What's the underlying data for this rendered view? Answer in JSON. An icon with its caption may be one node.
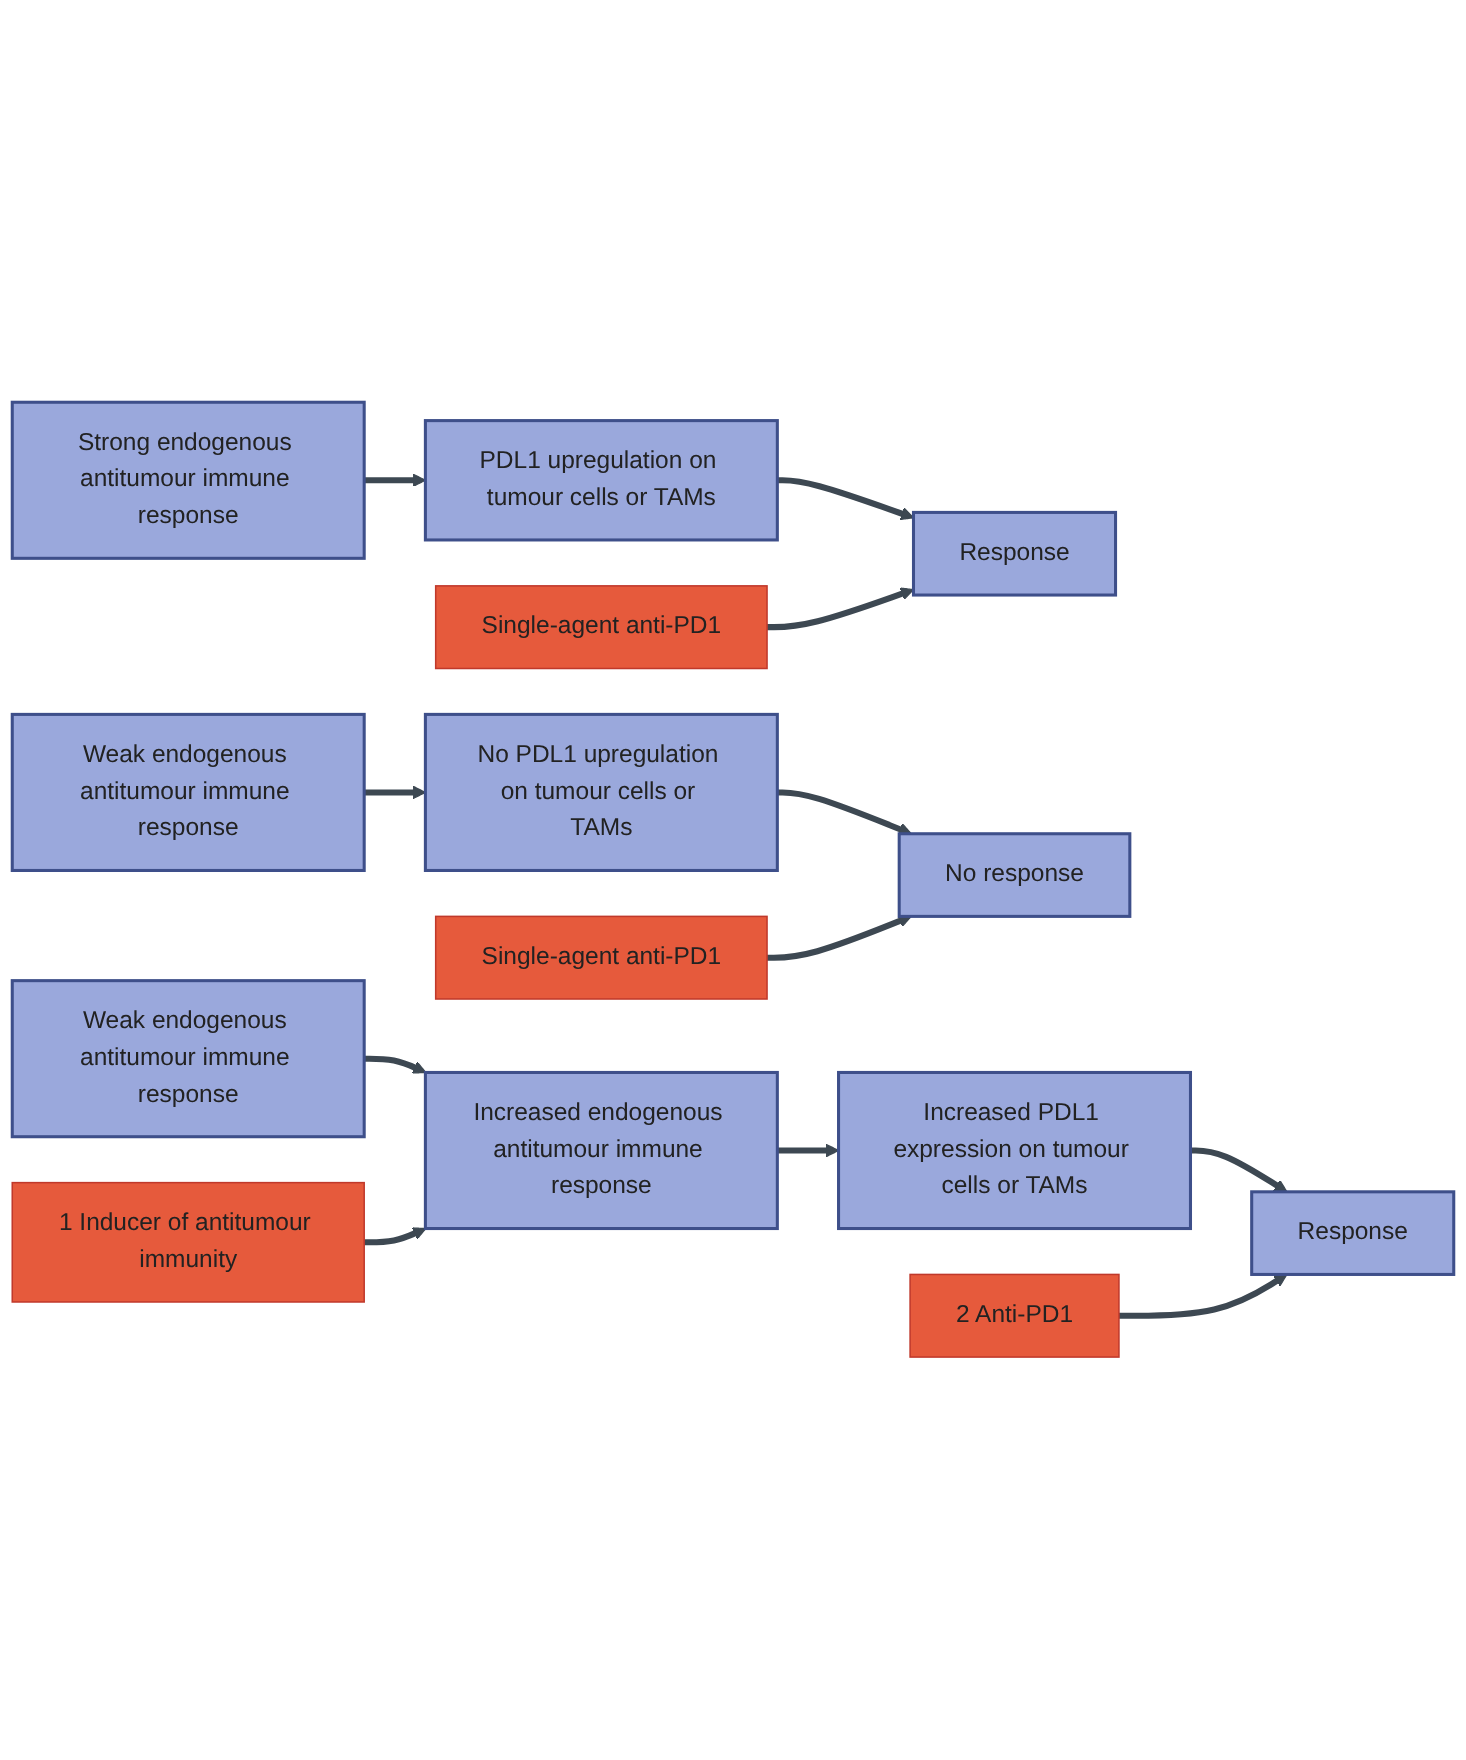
{
  "diagram": {
    "nodes": [
      {
        "text": [
          "Single-agent anti-PD1"
        ]
      },
      {
        "text": [
          "Strong endogenous antitumour immune response"
        ]
      },
      {
        "text": [
          "PDL1 upregulation on tumour cells or TAMs"
        ]
      },
      {
        "text": [
          "Response"
        ]
      },
      {
        "text": [
          "Single-agent anti-PD1"
        ]
      },
      {
        "text": [
          "Weak endogenous antitumour immune response"
        ]
      },
      {
        "text": [
          "No PDL1 upregulation on tumour cells or TAMs"
        ]
      },
      {
        "text": [
          "No response"
        ]
      },
      {
        "text": [
          "1 Inducer of antitumour immunity"
        ]
      },
      {
        "text": [
          "2 Anti-PD1"
        ]
      },
      {
        "text": [
          "Weak endogenous antitumour immune response"
        ]
      },
      {
        "text": [
          "Increased endogenous antitumour immune response"
        ]
      },
      {
        "text": [
          "Increased PDL1 expression on tumour cells or TAMs"
        ]
      },
      {
        "text": [
          "Response"
        ]
      }
    ],
    "edges": [
      {
        "from": 1,
        "to": 2,
        "arrow": "to"
      },
      {
        "from": 2,
        "to": 3,
        "arrow": "to"
      },
      {
        "from": 0,
        "to": 3,
        "arrow": "to"
      },
      {
        "from": 5,
        "to": 6,
        "arrow": "to"
      },
      {
        "from": 6,
        "to": 7,
        "arrow": "to"
      },
      {
        "from": 4,
        "to": 7,
        "arrow": "to"
      },
      {
        "from": 10,
        "to": 11,
        "arrow": "to"
      },
      {
        "from": 8,
        "to": 11,
        "arrow": "to"
      },
      {
        "from": 11,
        "to": 12,
        "arrow": "to"
      },
      {
        "from": 12,
        "to": 13,
        "arrow": "to"
      },
      {
        "from": 9,
        "to": 13,
        "arrow": "to"
      }
    ]
  }
}
